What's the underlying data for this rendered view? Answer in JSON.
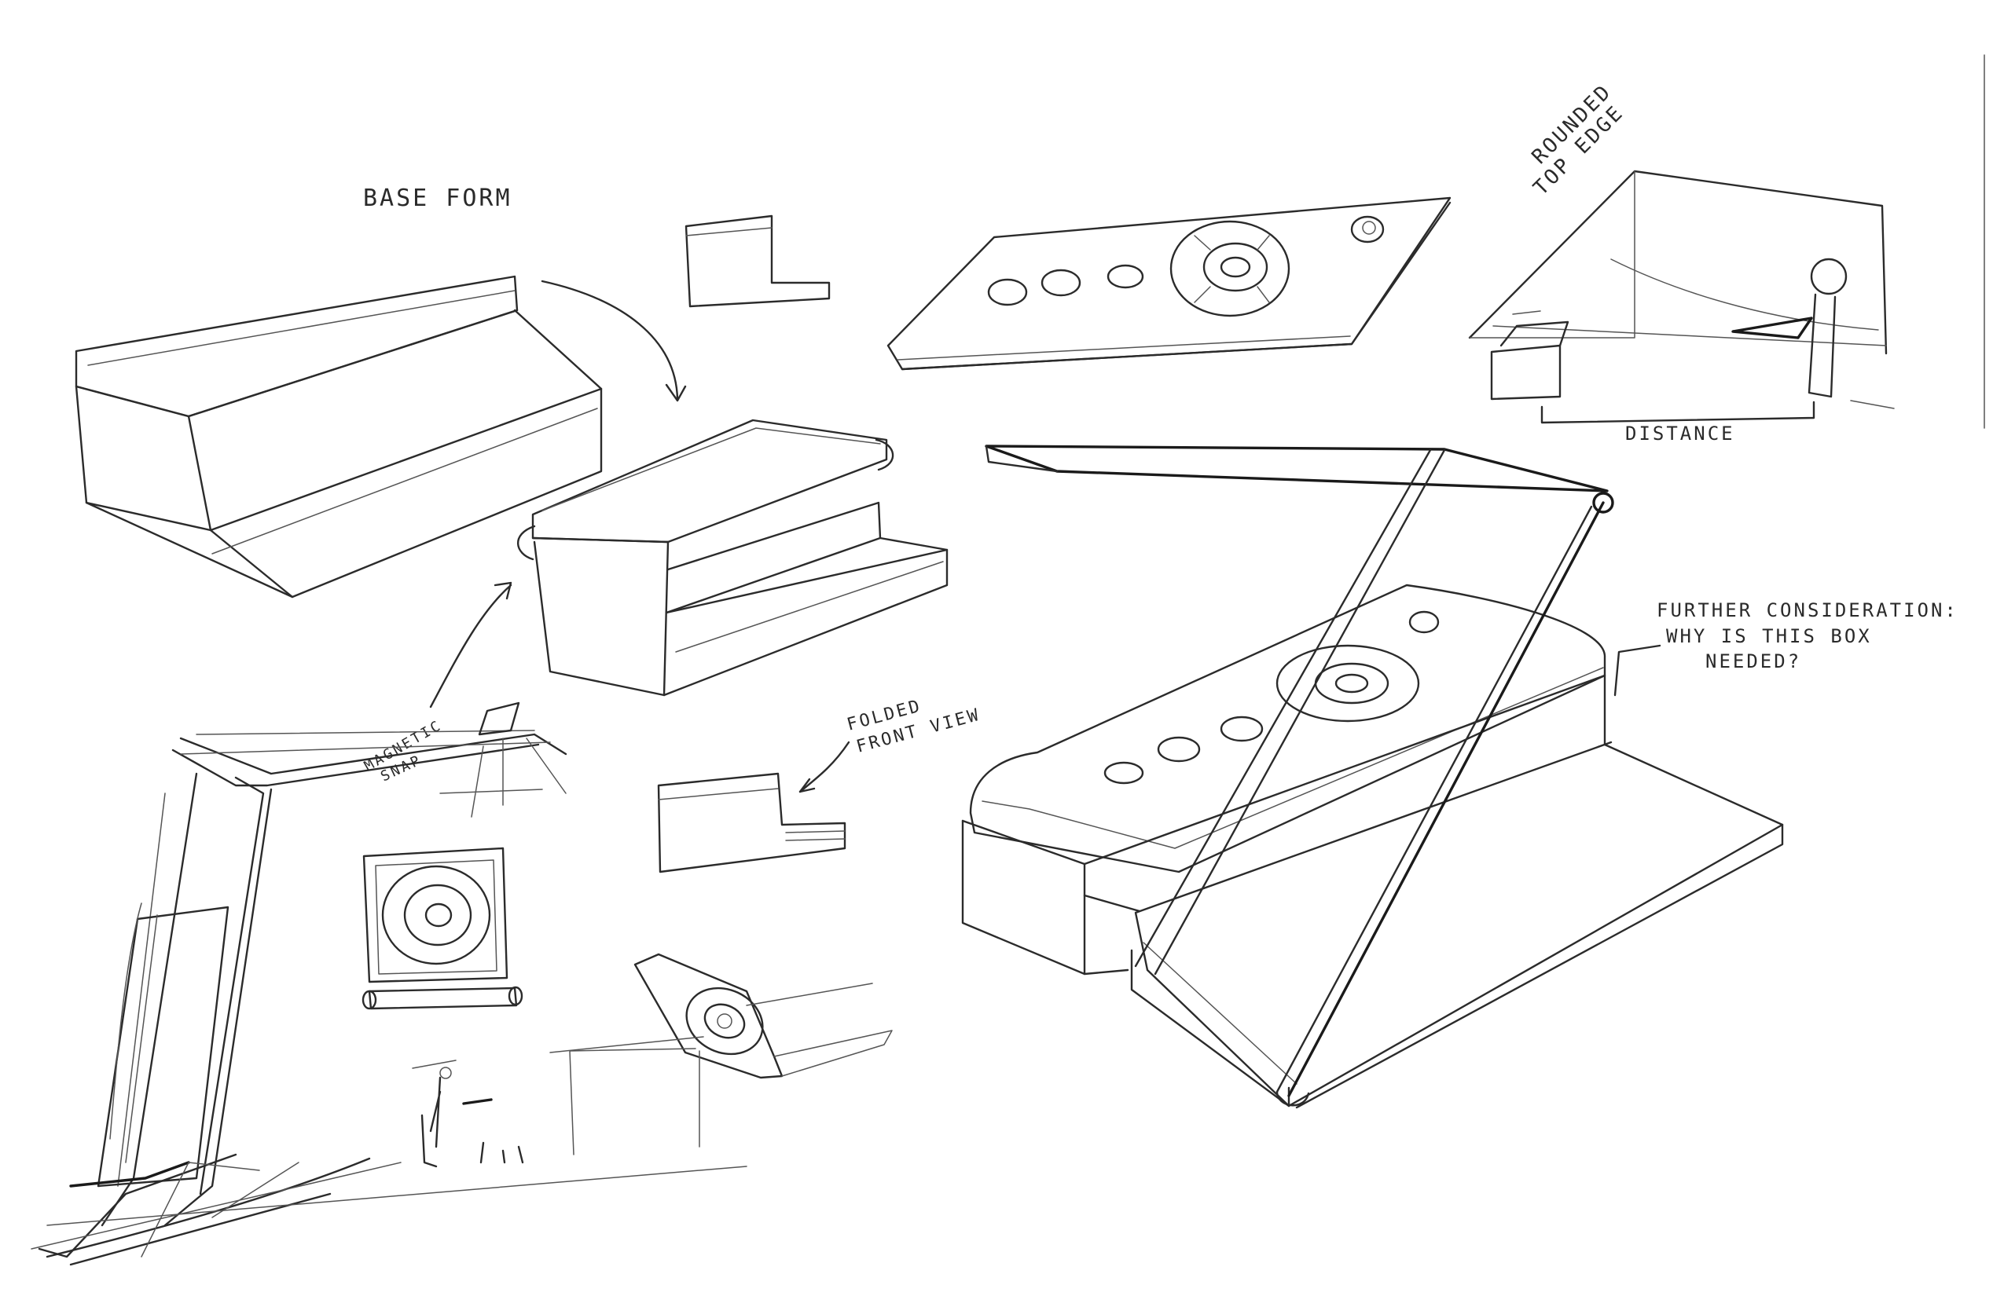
{
  "annotations": {
    "base_form": "BASE FORM",
    "rounded_top_edge_line1": "ROUNDED",
    "rounded_top_edge_line2": "TOP EDGE",
    "distance": "DISTANCE",
    "folded_front_view_line1": "FOLDED",
    "folded_front_view_line2": "FRONT VIEW",
    "magnetic_snap_line1": "MAGNETIC",
    "magnetic_snap_line2": "SNAP",
    "further_line1": "FURTHER CONSIDERATION:",
    "further_line2": "WHY IS THIS BOX",
    "further_line3": "NEEDED?"
  },
  "colors": {
    "paper": "#ffffff",
    "pencil": "#2b2b2b"
  }
}
